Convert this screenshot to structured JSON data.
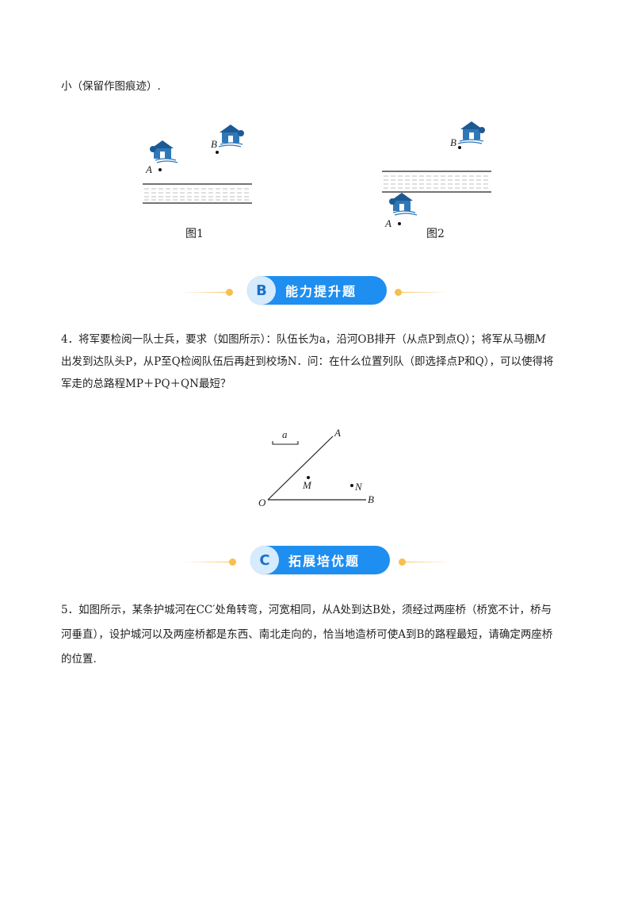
{
  "intro_fragment": "小（保留作图痕迹）.",
  "figure1": {
    "caption": "图1",
    "label_a": "A",
    "label_b": "B"
  },
  "figure2": {
    "caption": "图2",
    "label_a": "A",
    "label_b": "B"
  },
  "section_b": {
    "letter": "B",
    "title": "能力提升题"
  },
  "q4": {
    "line1": "4．将军要检阅一队士兵，要求（如图所示）：队伍长为a，沿河OB排开（从点P到点Q）；将军从马棚",
    "line1_italic": "M",
    "line2": "出发到达队头P，从P至Q检阅队伍后再赶到校场N．问：在什么位置列队（即选择点P和Q），可以使得将",
    "line3": "军走的总路程MP＋PQ＋QN最短？"
  },
  "figure3": {
    "label_a_len": "a",
    "label_A": "A",
    "label_B": "B",
    "label_O": "O",
    "label_M": "M",
    "label_N": "N"
  },
  "section_c": {
    "letter": "C",
    "title": "拓展培优题"
  },
  "q5": {
    "line1": "5．如图所示，某条护城河在CC′处角转弯，河宽相同，从A处到达B处，须经过两座桥（桥宽不计，桥与",
    "line2": "河垂直），设护城河以及两座桥都是东西、南北走向的，恰当地造桥可使A到B的路程最短，请确定两座桥",
    "line3": "的位置."
  }
}
